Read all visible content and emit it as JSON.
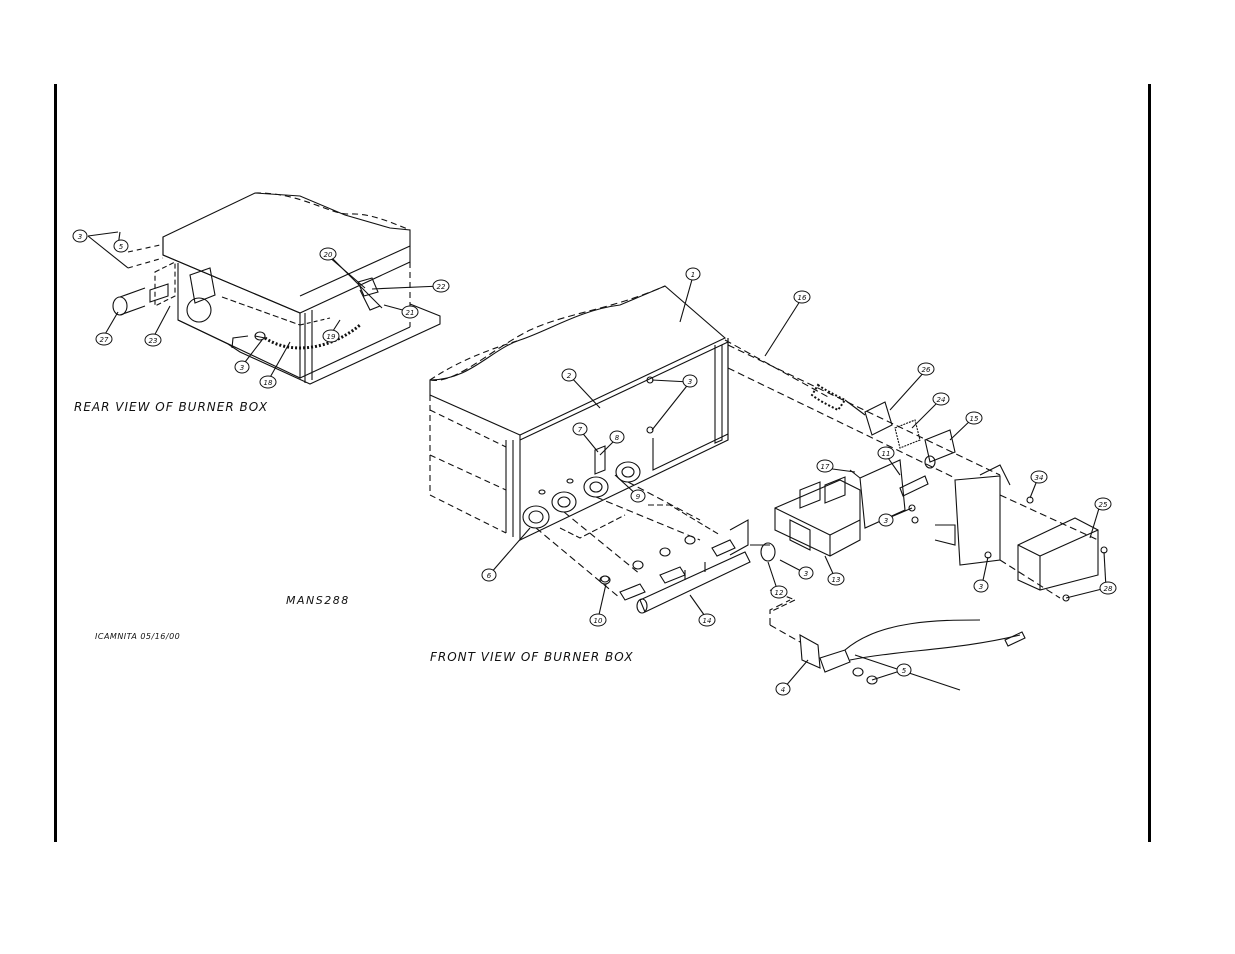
{
  "labels": {
    "rear_caption": "REAR VIEW OF BURNER BOX",
    "front_caption": "FRONT VIEW OF BURNER BOX",
    "drawing_code": "MANS288",
    "author_date": "ICAMNITA 05/16/00"
  },
  "callouts": [
    {
      "id": "c-rear-3",
      "text": "3"
    },
    {
      "id": "c-rear-5",
      "text": "5"
    },
    {
      "id": "c-rear-27",
      "text": "27"
    },
    {
      "id": "c-rear-23",
      "text": "23"
    },
    {
      "id": "c-rear-20",
      "text": "20"
    },
    {
      "id": "c-rear-22",
      "text": "22"
    },
    {
      "id": "c-rear-21",
      "text": "21"
    },
    {
      "id": "c-rear-3b",
      "text": "3"
    },
    {
      "id": "c-rear-18",
      "text": "18"
    },
    {
      "id": "c-rear-19",
      "text": "19"
    },
    {
      "id": "c-front-1",
      "text": "1"
    },
    {
      "id": "c-front-16",
      "text": "16"
    },
    {
      "id": "c-front-2",
      "text": "2"
    },
    {
      "id": "c-front-3a",
      "text": "3"
    },
    {
      "id": "c-front-7",
      "text": "7"
    },
    {
      "id": "c-front-8",
      "text": "8"
    },
    {
      "id": "c-front-9",
      "text": "9"
    },
    {
      "id": "c-front-6",
      "text": "6"
    },
    {
      "id": "c-front-10",
      "text": "10"
    },
    {
      "id": "c-front-14",
      "text": "14"
    },
    {
      "id": "c-front-12",
      "text": "12"
    },
    {
      "id": "c-front-3b",
      "text": "3"
    },
    {
      "id": "c-front-13",
      "text": "13"
    },
    {
      "id": "c-front-26",
      "text": "26"
    },
    {
      "id": "c-front-24",
      "text": "24"
    },
    {
      "id": "c-front-15",
      "text": "15"
    },
    {
      "id": "c-front-17",
      "text": "17"
    },
    {
      "id": "c-front-11",
      "text": "11"
    },
    {
      "id": "c-front-3c",
      "text": "3"
    },
    {
      "id": "c-front-34",
      "text": "34"
    },
    {
      "id": "c-front-25",
      "text": "25"
    },
    {
      "id": "c-front-3d",
      "text": "3"
    },
    {
      "id": "c-front-28",
      "text": "28"
    },
    {
      "id": "c-front-4",
      "text": "4"
    },
    {
      "id": "c-front-5",
      "text": "5"
    }
  ],
  "colors": {
    "ink": "#111111",
    "paper": "#ffffff"
  }
}
